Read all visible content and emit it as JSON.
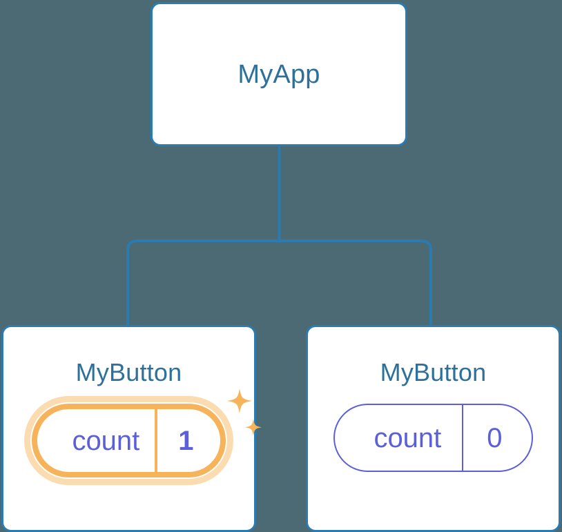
{
  "diagram": {
    "type": "component-tree",
    "background_color": "#4b6a73",
    "edge_color": "#2b7ab0",
    "node_border_color": "#2b7ab0",
    "node_fill_color": "#ffffff",
    "title_color": "#2d7099",
    "state_text_color": "#5b5fd9",
    "highlight_color": "#f6b35a",
    "highlight_glow_color": "#fbdcb1"
  },
  "root": {
    "title": "MyApp"
  },
  "children": [
    {
      "title": "MyButton",
      "state": {
        "key": "count",
        "value": "1"
      },
      "highlighted": true,
      "sparkles": true
    },
    {
      "title": "MyButton",
      "state": {
        "key": "count",
        "value": "0"
      },
      "highlighted": false,
      "sparkles": false
    }
  ]
}
